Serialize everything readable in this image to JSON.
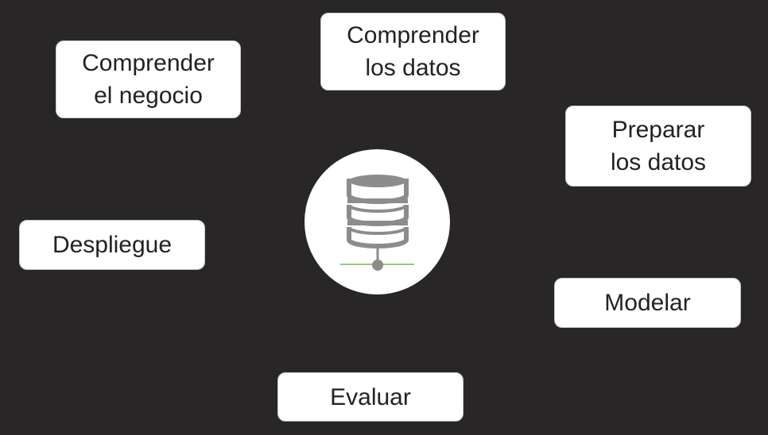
{
  "diagram": {
    "phases": [
      {
        "line1": "Comprender",
        "line2": "el negocio"
      },
      {
        "line1": "Comprender",
        "line2": "los datos"
      },
      {
        "line1": "Preparar",
        "line2": "los datos"
      },
      {
        "line1": "Modelar"
      },
      {
        "line1": "Evaluar"
      },
      {
        "line1": "Despliegue"
      }
    ],
    "center_icon": "database-server-icon"
  },
  "colors": {
    "background": "#282627",
    "box": "#ffffff",
    "text": "#222222",
    "icon_gray": "#8c8c8c",
    "network_line": "#8fcf7d"
  }
}
